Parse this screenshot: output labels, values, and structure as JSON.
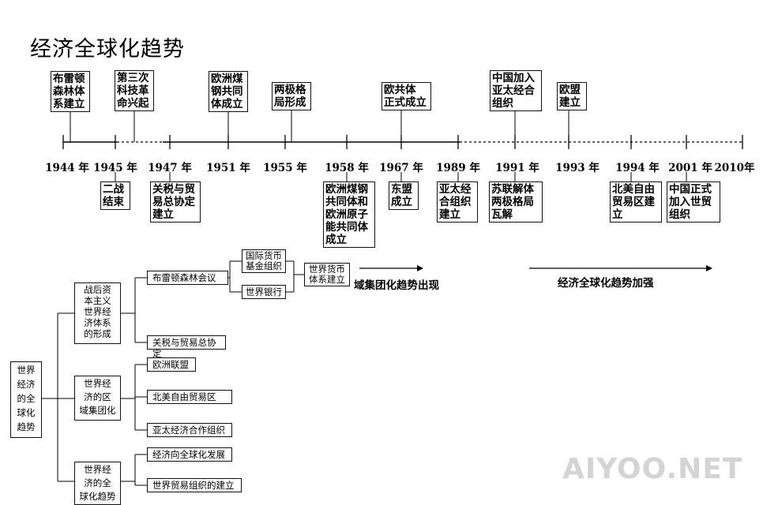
{
  "title": "经济全球化趋势",
  "timeline": {
    "years": [
      "1944 年",
      "1945 年",
      "1947 年",
      "1951 年",
      "1955 年",
      "1958 年",
      "1967 年",
      "1989 年",
      "1991 年",
      "1993 年",
      "1994 年",
      "2001 年",
      "2010年"
    ],
    "events_above": [
      "布雷顿\n森林体\n系建立",
      "第三次\n科技革\n命兴起",
      "欧洲煤\n钢共同\n体成立",
      "两极格\n局形成",
      "欧共体\n正式成立",
      "中国加入\n亚太经合\n组织",
      "欧盟\n建立"
    ],
    "events_below": [
      "二战\n结束",
      "关税与贸\n易总协定\n建立",
      "欧洲煤钢\n共同体和\n欧洲原子\n能共同体\n成立",
      "东盟\n成立",
      "亚太经\n合组织\n建立",
      "苏联解体\n两极格局\n瓦解",
      "北美自由\n贸易区建\n立",
      "中国正式\n加入世贸\n组织"
    ]
  },
  "trends": {
    "regional": "域集团化趋势出现",
    "global": "经济全球化趋势加强"
  },
  "tree": {
    "root": "世界\n经济\n的全\n球化\n趋势",
    "branch1": {
      "label": "战后资\n本主义\n世界经\n济体系\n的形成",
      "bretton": "布雷顿森林会议",
      "imf": "国际货币\n基金组织",
      "wb": "世界银行",
      "system": "世界货币\n体系建立",
      "gatt": "关税与贸易总协定"
    },
    "branch2": {
      "label": "世界经\n济的区\n域集团化",
      "items": [
        "欧洲联盟",
        "北美自由贸易区",
        "亚太经济合作组织"
      ]
    },
    "branch3": {
      "label": "世界经\n济的全\n球化趋势",
      "items": [
        "经济向全球化发展",
        "世界贸易组织的建立"
      ]
    }
  },
  "watermark": "AIYOO.NET"
}
